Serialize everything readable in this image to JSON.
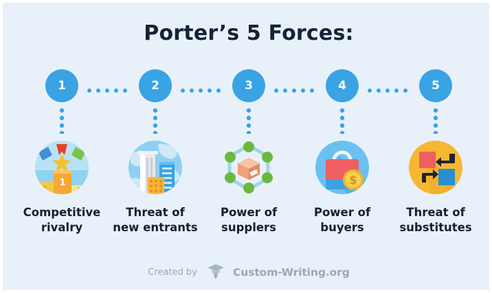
{
  "title": "Porter’s 5 Forces:",
  "colors": {
    "background": "#e8f1f9",
    "frame": "#ffffff",
    "title_text": "#152238",
    "badge_fill": "#3aa3e3",
    "badge_text": "#ffffff",
    "dot": "#3aa3e3",
    "caption_text": "#16202f",
    "footer_text": "#9aa7b4"
  },
  "steps": [
    {
      "number": "1",
      "label_line1": "Competitive",
      "label_line2": "rivalry",
      "icon_name": "podium-winner-icon"
    },
    {
      "number": "2",
      "label_line1": "Threat of",
      "label_line2": "new entrants",
      "icon_name": "city-buildings-globe-icon"
    },
    {
      "number": "3",
      "label_line1": "Power of",
      "label_line2": "supplers",
      "icon_name": "box-network-icon"
    },
    {
      "number": "4",
      "label_line1": "Power of",
      "label_line2": "buyers",
      "icon_name": "shopping-bag-coin-icon"
    },
    {
      "number": "5",
      "label_line1": "Threat of",
      "label_line2": "substitutes",
      "icon_name": "swap-squares-icon"
    }
  ],
  "connectors": {
    "horizontal_dot_count": 5,
    "vertical_dot_count": 4
  },
  "footer": {
    "created_by": "Created by",
    "logo_name": "graduation-cap-pen-logo",
    "brand": "Custom-Writing.org"
  }
}
